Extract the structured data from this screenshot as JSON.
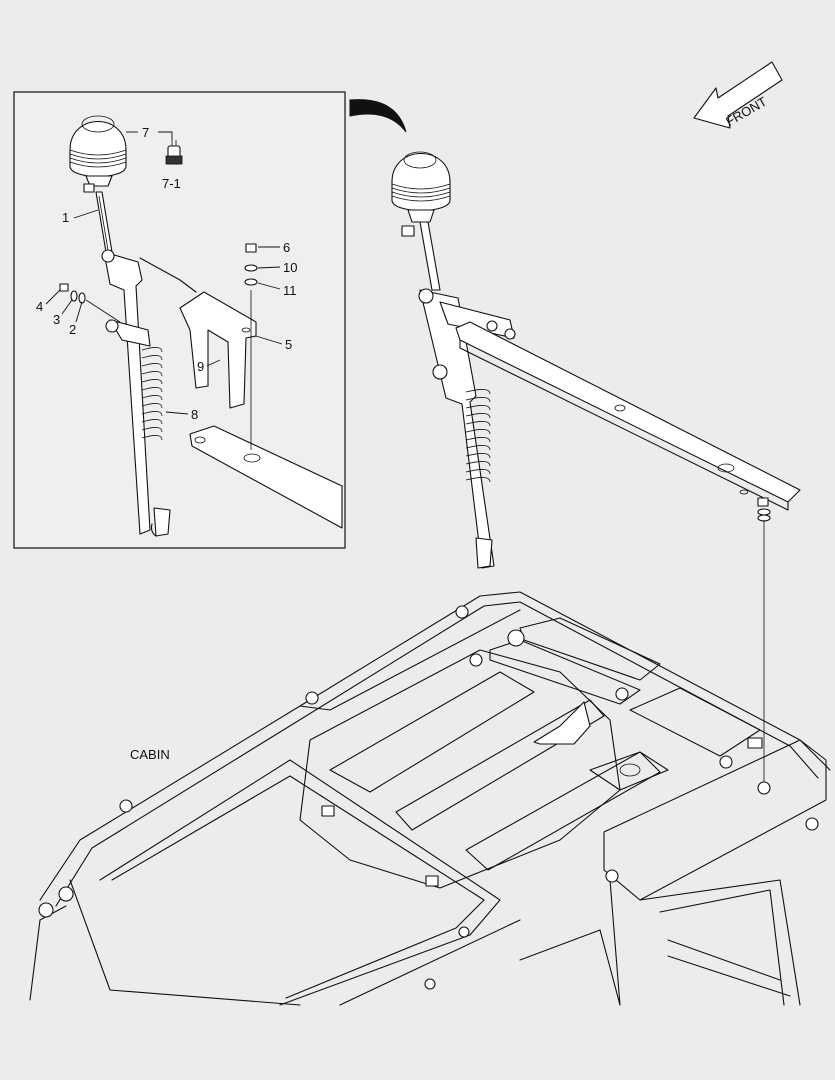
{
  "diagram": {
    "front_label": "FRONT",
    "cabin_label": "CABIN",
    "callouts": {
      "c7": "7",
      "c7_1": "7-1",
      "c1": "1",
      "c6": "6",
      "c10": "10",
      "c11": "11",
      "c4": "4",
      "c3": "3",
      "c2": "2",
      "c5": "5",
      "c9": "9",
      "c8": "8"
    }
  }
}
